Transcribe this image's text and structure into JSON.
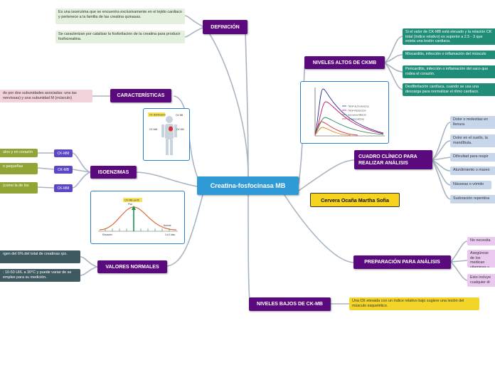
{
  "center": {
    "label": "Creatina-fosfocinasa MB"
  },
  "author": {
    "label": "Cervera Ocaña Martha Sofia"
  },
  "topics": {
    "definicion": {
      "label": "DEFINICIÓN",
      "notes": [
        "Es una isoenzima que se encuentra exclusivamente en el tejido cardiaco y pertenece a la familia de las creatina quinasas.",
        "Se caracterizan por catalizar la fosforilacion de la creatina para producir fosfocreatina."
      ]
    },
    "caracteristicas": {
      "label": "CARACTERÍSTICAS",
      "notes": [
        "do por dos subunidades asociadas: una ias nerviosas) y una subunidad M (músculo)"
      ]
    },
    "isoenzimas": {
      "label": "ISOENZIMAS",
      "items": [
        {
          "tag": "CK-MM",
          "note": "ulos y en corazón"
        },
        {
          "tag": "CK-MB",
          "note": "n pequeñas"
        },
        {
          "tag": "CK-MM",
          "note": "(como la de los"
        }
      ]
    },
    "valores_normales": {
      "label": "VALORES NORMALES",
      "notes": [
        "rgen del 6% del total de creatinas rpo.",
        ": 10-50 UI/L a 30°C y puede variar de se emplee para su medición."
      ]
    },
    "niveles_altos": {
      "label": "NIVELES ALTOS DE CKMB",
      "notes": [
        "Si el valor de CK-MB está elevado y la relación CK total (índice relativo) es superior a 2.5 - 3 que exista una lesión cardiaca.",
        "Miocarditis, infección o inflamación del músculo",
        "Pericarditis, infección o inflamación del saco que rodea el corazón.",
        "Desfibrilación cardíaca, cuando se usa una descarga para normalizar el ritmo cardiaco."
      ]
    },
    "cuadro_clinico": {
      "label": "CUADRO CLÍNICO PARA REALIZAR ANÁLISIS",
      "notes": [
        "Dolor o molestias en llenura",
        "Dolor en el cuello, la mandíbula.",
        "Dificultad para respir",
        "Aturdimiento o mareo",
        "Náuseas o vómito",
        "Sudoración repentina"
      ]
    },
    "preparacion": {
      "label": "PREPARACIÓN PARA ANÁLISIS",
      "notes": [
        "No necesita",
        "Asegúrese de los medican vitaminas y",
        "Esto incluye cualquier dr"
      ]
    },
    "niveles_bajos": {
      "label": "NIVELES BAJOS DE CK-MB",
      "notes": [
        "Una CK elevada con un índice relativo bajo sugiere una lesión del músculo esquelético."
      ]
    }
  },
  "images": {
    "graph_chart": {
      "legend": [
        "TROP ALTA MUSCUL",
        "TROP REDUCIDA",
        "Isoenzima MB(CK)",
        "CK MIOCARDIO"
      ],
      "curve_colors": [
        "#2b2a8f",
        "#c2186b",
        "#2e8b57",
        "#d13b3b",
        "#e08a2a"
      ]
    },
    "body_figure": {
      "labels": [
        "CK MM",
        "CK MB",
        "CK BB"
      ],
      "badge": "CK distribución"
    },
    "peak_curve": {
      "title": "CK-MB perfil",
      "labels": [
        "Pico",
        "Normal",
        "Elevación",
        "3 a 5 días"
      ]
    }
  },
  "colors": {
    "center": "#2f9ad6",
    "topic": "#5b0a7d",
    "connector": "#a9b4c2",
    "author": "#f6d31f"
  }
}
